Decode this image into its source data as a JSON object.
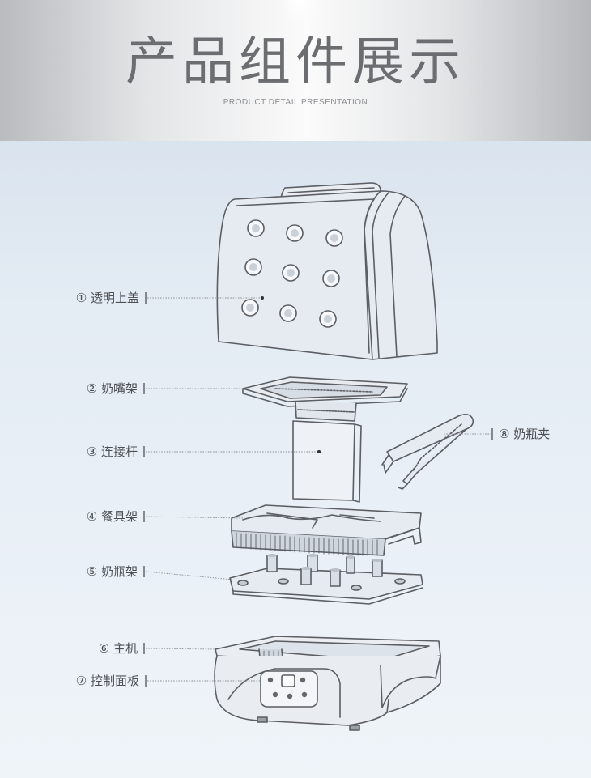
{
  "header": {
    "title": "产品组件展示",
    "subtitle": "PRODUCT DETAIL PRESENTATION"
  },
  "components": [
    {
      "label": "① 透明上盖"
    },
    {
      "label": "② 奶嘴架"
    },
    {
      "label": "③ 连接杆"
    },
    {
      "label": "④ 餐具架"
    },
    {
      "label": "⑤ 奶瓶架"
    },
    {
      "label": "⑥ 主机"
    },
    {
      "label": "⑦ 控制面板"
    },
    {
      "label": "⑧ 奶瓶夹"
    }
  ],
  "colors": {
    "line": "#5b5e63",
    "leader": "#8c9096",
    "accent": "#3a3c40"
  }
}
